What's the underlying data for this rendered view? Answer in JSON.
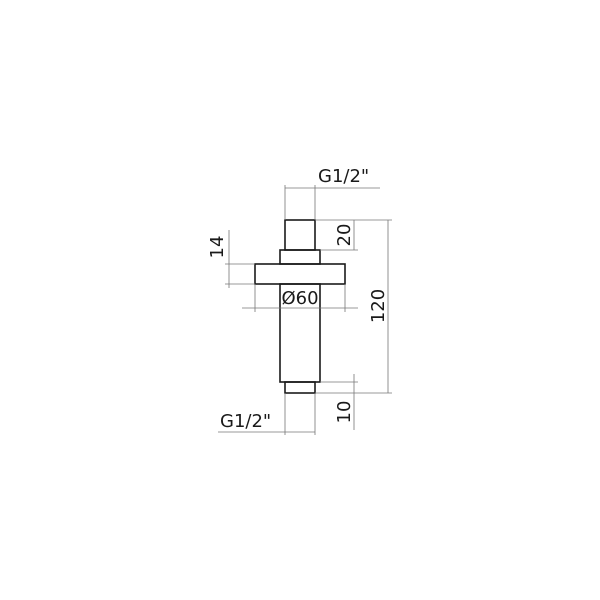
{
  "colors": {
    "outline": "#1a1a1a",
    "dimension_line": "#777777",
    "background": "#ffffff"
  },
  "labels": {
    "top_thread": "G1/2\"",
    "bottom_thread": "G1/2\"",
    "top_thread_length": "20",
    "flange_thickness": "14",
    "flange_diameter": "Ø60",
    "total_length": "120",
    "bottom_thread_length": "10"
  }
}
